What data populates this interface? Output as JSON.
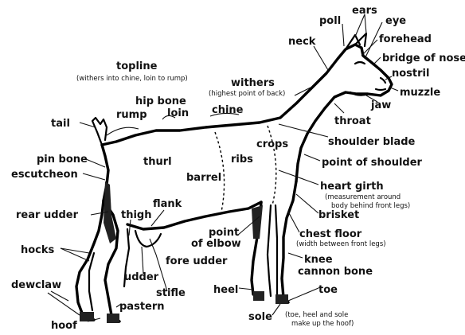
{
  "labels": {
    "poll": "poll",
    "ears": "ears",
    "eye": "eye",
    "neck": "neck",
    "forehead": "forehead",
    "bridge_of_nose": "bridge of nose",
    "nostril": "nostril",
    "muzzle": "muzzle",
    "jaw": "jaw",
    "throat": "throat",
    "topline": "topline",
    "topline_note": "(withers into chine, loin to rump)",
    "withers": "withers",
    "withers_note": "(highest point of back)",
    "hip_bone": "hip bone",
    "rump": "rump",
    "loin": "loin",
    "chine": "chine",
    "crops": "crops",
    "shoulder_blade": "shoulder blade",
    "tail": "tail",
    "pin_bone": "pin bone",
    "escutcheon": "escutcheon",
    "thurl": "thurl",
    "ribs": "ribs",
    "barrel": "barrel",
    "point_of_shoulder": "point of shoulder",
    "heart_girth": "heart girth",
    "heart_girth_note1": "(measurement around",
    "heart_girth_note2": "body behind front legs)",
    "flank": "flank",
    "rear_udder": "rear udder",
    "thigh": "thigh",
    "brisket": "brisket",
    "point_of_elbow_1": "point",
    "point_of_elbow_2": "of elbow",
    "chest_floor": "chest floor",
    "chest_floor_note": "(width between front legs)",
    "hocks": "hocks",
    "fore_udder": "fore udder",
    "knee": "knee",
    "cannon_bone": "cannon bone",
    "udder": "udder",
    "dewclaw": "dewclaw",
    "stifle": "stifle",
    "heel": "heel",
    "toe": "toe",
    "pastern": "pastern",
    "sole": "sole",
    "sole_note1": "(toe, heel and sole",
    "sole_note2": "make up the hoof)",
    "hoof": "hoof"
  }
}
